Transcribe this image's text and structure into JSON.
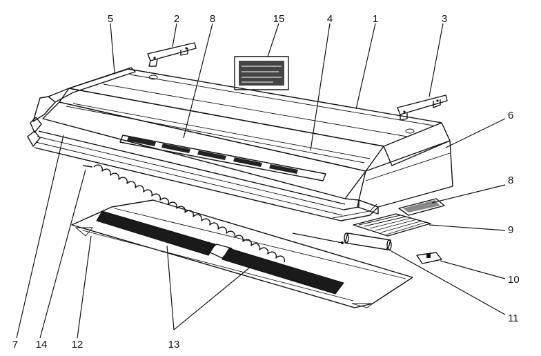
{
  "callouts": [
    {
      "id": "n1",
      "label": "1"
    },
    {
      "id": "n2",
      "label": "2"
    },
    {
      "id": "n3",
      "label": "3"
    },
    {
      "id": "n4",
      "label": "4"
    },
    {
      "id": "n5",
      "label": "5"
    },
    {
      "id": "n6",
      "label": "6"
    },
    {
      "id": "n7",
      "label": "7"
    },
    {
      "id": "n8a",
      "label": "8"
    },
    {
      "id": "n8b",
      "label": "8"
    },
    {
      "id": "n9",
      "label": "9"
    },
    {
      "id": "n10",
      "label": "10"
    },
    {
      "id": "n11",
      "label": "11"
    },
    {
      "id": "n12",
      "label": "12"
    },
    {
      "id": "n13",
      "label": "13"
    },
    {
      "id": "n14",
      "label": "14"
    },
    {
      "id": "n15",
      "label": "15"
    }
  ]
}
